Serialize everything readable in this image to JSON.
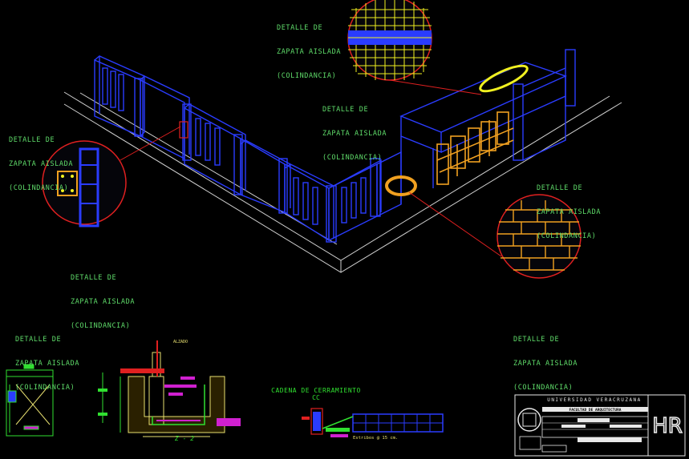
{
  "labels": {
    "top_center": {
      "line1": "DETALLE DE",
      "line2": "ZAPATA AISLADA",
      "line3": "(COLINDANCIA)"
    },
    "mid_center": {
      "line1": "DETALLE DE",
      "line2": "ZAPATA AISLADA",
      "line3": "(COLINDANCIA)"
    },
    "left_upper": {
      "line1": "DETALLE DE",
      "line2": "ZAPATA AISLADA",
      "line3": "(COLINDANCIA)"
    },
    "right_upper": {
      "line1": "DETALLE DE",
      "line2": "ZAPATA AISLADA",
      "line3": "(COLINDANCIA)"
    },
    "left_lower": {
      "line1": "DETALLE DE",
      "line2": "ZAPATA AISLADA",
      "line3": "(COLINDANCIA)"
    },
    "bottom_left": {
      "line1": "DETALLE DE",
      "line2": "ZAPATA AISLADA",
      "line3": "(COLINDANCIA)"
    },
    "bottom_right": {
      "line1": "DETALLE DE",
      "line2": "ZAPATA AISLADA",
      "line3": "(COLINDANCIA)"
    }
  },
  "section": {
    "z2_label": "Z - 2",
    "height_note": "ALZADO",
    "cadena_title": "CADENA DE CERRAMIENTO",
    "cadena_sub": "CC",
    "estribos": "Estribos @ 15 cm."
  },
  "title_block": {
    "university": "UNIVERSIDAD VERACRUZANA",
    "faculty": "FACULTAD DE ARQUITECTURA",
    "logo_letters": "HR"
  },
  "colors": {
    "wall": "#2a3cff",
    "wall_light": "#4d5cff",
    "ground": "#d8d8d8",
    "callout": "#e02020",
    "mesh": "#f0f020",
    "gate": "#f0a020",
    "label": "#5fdc6a",
    "magenta": "#d020d0",
    "green": "#30e030"
  }
}
